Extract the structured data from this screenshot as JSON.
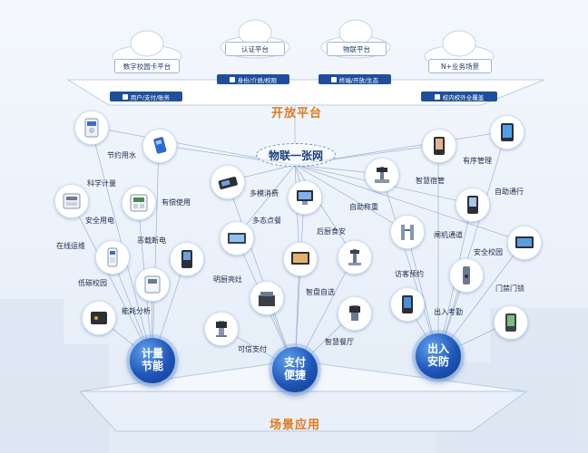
{
  "platforms": [
    {
      "name": "数字校园卡平台",
      "bar": "用户/支付/账务"
    },
    {
      "name": "认证平台",
      "bar": "身份/介质/权限"
    },
    {
      "name": "物联平台",
      "bar": "终端/开放/生态"
    },
    {
      "name": "N+业务场景",
      "bar": "校内校外全覆盖"
    }
  ],
  "open_platform_title": "开放平台",
  "hub_title": "物联一张网",
  "scene_title": "场景应用",
  "hubs": [
    {
      "line1": "计量",
      "line2": "节能"
    },
    {
      "line1": "支付",
      "line2": "便捷"
    },
    {
      "line1": "出入",
      "line2": "安防"
    }
  ],
  "labels": [
    "节约用水",
    "科学计量",
    "有偿使用",
    "安全用电",
    "在线运维",
    "恶载断电",
    "低碳校园",
    "能耗分析",
    "多模消费",
    "多态点餐",
    "自助称重",
    "后厨食安",
    "明厨亮灶",
    "智盘自选",
    "可信支付",
    "智慧餐厅",
    "智慧宿管",
    "有序管理",
    "自助通行",
    "闸机通道",
    "安全校园",
    "访客预约",
    "门禁门锁",
    "出入考勤"
  ],
  "colors": {
    "accent": "#e07a1c",
    "primary": "#1f4f9c"
  }
}
